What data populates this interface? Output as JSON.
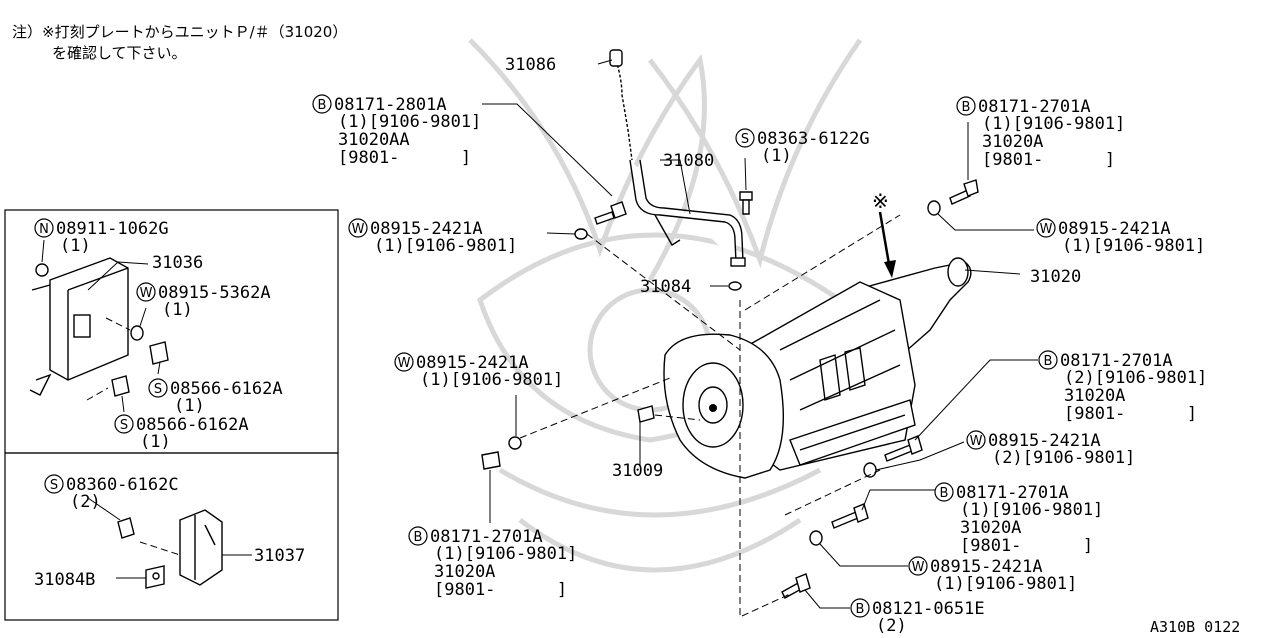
{
  "note": {
    "line1": "注）※打刻プレートからユニットＰ/＃（31020）",
    "line2": "を確認して下さい。"
  },
  "diagram_id": "A310B 0122",
  "labels": {
    "l31086": {
      "code": "31086"
    },
    "l31080": {
      "code": "31080"
    },
    "l31084": {
      "code": "31084"
    },
    "l31020": {
      "code": "31020"
    },
    "l31009": {
      "code": "31009"
    },
    "l31036": {
      "code": "31036"
    },
    "l31037": {
      "code": "31037"
    },
    "l31084b": {
      "code": "31084B"
    },
    "b_2801": {
      "prefix": "B",
      "code": "08171-2801A",
      "lines": [
        "(1)[9106-9801]",
        "31020AA",
        "[9801-      ]"
      ]
    },
    "s_6122g": {
      "prefix": "S",
      "code": "08363-6122G",
      "lines": [
        "(1)"
      ]
    },
    "b_2701_tr": {
      "prefix": "B",
      "code": "08171-2701A",
      "lines": [
        "(1)[9106-9801]",
        "31020A",
        "[9801-      ]"
      ]
    },
    "w_2421_tl": {
      "prefix": "W",
      "code": "08915-2421A",
      "lines": [
        "(1)[9106-9801]"
      ]
    },
    "w_2421_tr": {
      "prefix": "W",
      "code": "08915-2421A",
      "lines": [
        "(1)[9106-9801]"
      ]
    },
    "mark": {
      "code": "※"
    },
    "n_1062g": {
      "prefix": "N",
      "code": "08911-1062G",
      "lines": [
        "(1)"
      ]
    },
    "w_5362a": {
      "prefix": "W",
      "code": "08915-5362A",
      "lines": [
        "(1)"
      ]
    },
    "s_6162a_1": {
      "prefix": "S",
      "code": "08566-6162A",
      "lines": [
        "(1)"
      ]
    },
    "s_6162a_2": {
      "prefix": "S",
      "code": "08566-6162A",
      "lines": [
        "(1)"
      ]
    },
    "w_2421_ml": {
      "prefix": "W",
      "code": "08915-2421A",
      "lines": [
        "(1)[9106-9801]"
      ]
    },
    "b_2701_mr": {
      "prefix": "B",
      "code": "08171-2701A",
      "lines": [
        "(2)[9106-9801]",
        "31020A",
        "[9801-      ]"
      ]
    },
    "w_2421_mr": {
      "prefix": "W",
      "code": "08915-2421A",
      "lines": [
        "(2)[9106-9801]"
      ]
    },
    "b_2701_br": {
      "prefix": "B",
      "code": "08171-2701A",
      "lines": [
        "(1)[9106-9801]",
        "31020A",
        "[9801-      ]"
      ]
    },
    "w_2421_br": {
      "prefix": "W",
      "code": "08915-2421A",
      "lines": [
        "(1)[9106-9801]"
      ]
    },
    "b_0651e": {
      "prefix": "B",
      "code": "08121-0651E",
      "lines": [
        "(2)"
      ]
    },
    "b_2701_bl": {
      "prefix": "B",
      "code": "08171-2701A",
      "lines": [
        "(1)[9106-9801]",
        "31020A",
        "[9801-      ]"
      ]
    },
    "s_6162c": {
      "prefix": "S",
      "code": "08360-6162C",
      "lines": [
        "(2)"
      ]
    }
  }
}
